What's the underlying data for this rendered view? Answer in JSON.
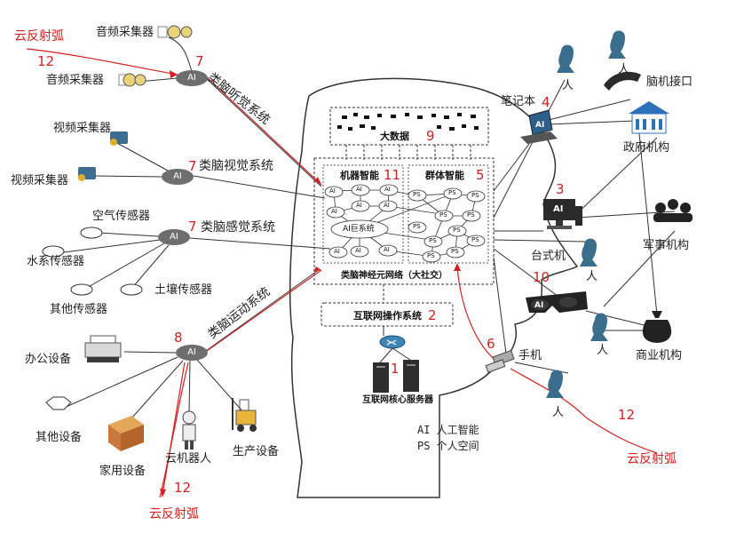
{
  "left": {
    "audio1": "音频采集器",
    "audio2": "音频采集器",
    "video1": "视频采集器",
    "video2": "视频采集器",
    "air": "空气传感器",
    "water": "水系传感器",
    "other_sensor": "其他传感器",
    "soil": "土壤传感器",
    "office": "办公设备",
    "other_device": "其他设备",
    "home": "家用设备",
    "cloud_robot": "云机器人",
    "production": "生产设备"
  },
  "systems": {
    "auditory": "类脑听觉系统",
    "visual": "类脑视觉系统",
    "sensory": "类脑感觉系统",
    "motor": "类脑运动系统"
  },
  "reflex": {
    "top": "云反射弧",
    "bottom_left": "云反射弧",
    "bottom_right": "云反射弧"
  },
  "center": {
    "big_data": "大数据",
    "machine_intelligence": "机器智能",
    "group_intelligence": "群体智能",
    "ai_mega": "AI巨系统",
    "neural_network": "类脑神经元网络（大社交）",
    "os": "互联网操作系统",
    "core_servers": "互联网核心服务器"
  },
  "right": {
    "laptop": "笔记本",
    "bci": "脑机接口",
    "government": "政府机构",
    "desktop": "台式机",
    "military": "军事机构",
    "phone": "手机",
    "business": "商业机构"
  },
  "person": "人",
  "ai_tag": "AI",
  "ps_tag": "PS",
  "legend": {
    "ai": "AI  人工智能",
    "ps": "PS  个人空间"
  },
  "numbers": {
    "n1": "1",
    "n2": "2",
    "n3": "3",
    "n4": "4",
    "n5": "5",
    "n6": "6",
    "n7a": "7",
    "n7b": "7",
    "n7c": "7",
    "n8": "8",
    "n9": "9",
    "n10": "10",
    "n11": "11",
    "n12a": "12",
    "n12b": "12",
    "n12c": "12"
  },
  "colors": {
    "reflex": "#d42020",
    "node": "#6e6e6e",
    "person": "#3b6d8c"
  }
}
